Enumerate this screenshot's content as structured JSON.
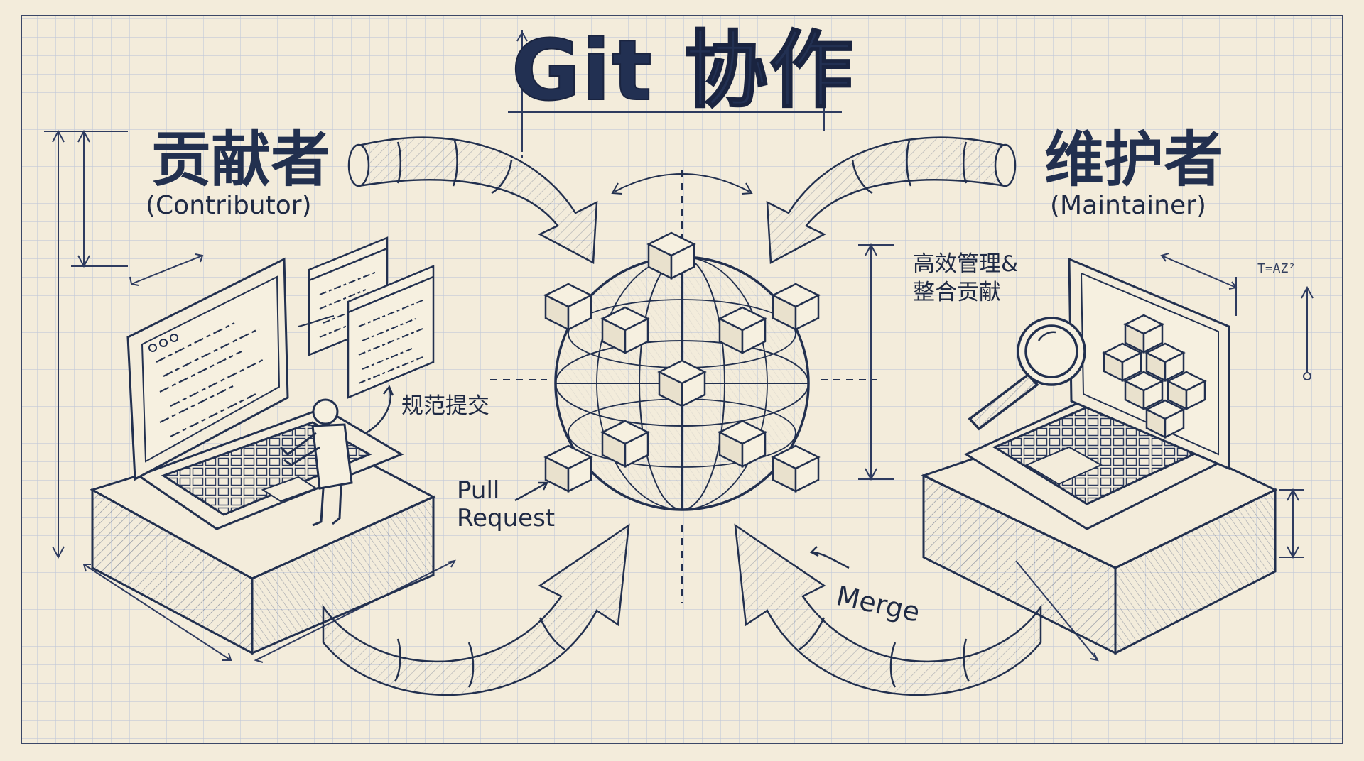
{
  "title": "Git 协作",
  "contributor": {
    "name_cn": "贡献者",
    "name_en": "(Contributor)"
  },
  "maintainer": {
    "name_cn": "维护者",
    "name_en": "(Maintainer)"
  },
  "annotations": {
    "commit": "规范提交",
    "pull_request_line1": "Pull",
    "pull_request_line2": "Request",
    "merge": "Merge",
    "maintainer_note_line1": "高效管理&",
    "maintainer_note_line2": "整合贡献"
  },
  "formula": "T=AZ²",
  "colors": {
    "paper": "#f3ecdb",
    "grid": "#c7cddd",
    "ink": "#1f2a44",
    "ink_light": "#5b6a8c"
  }
}
